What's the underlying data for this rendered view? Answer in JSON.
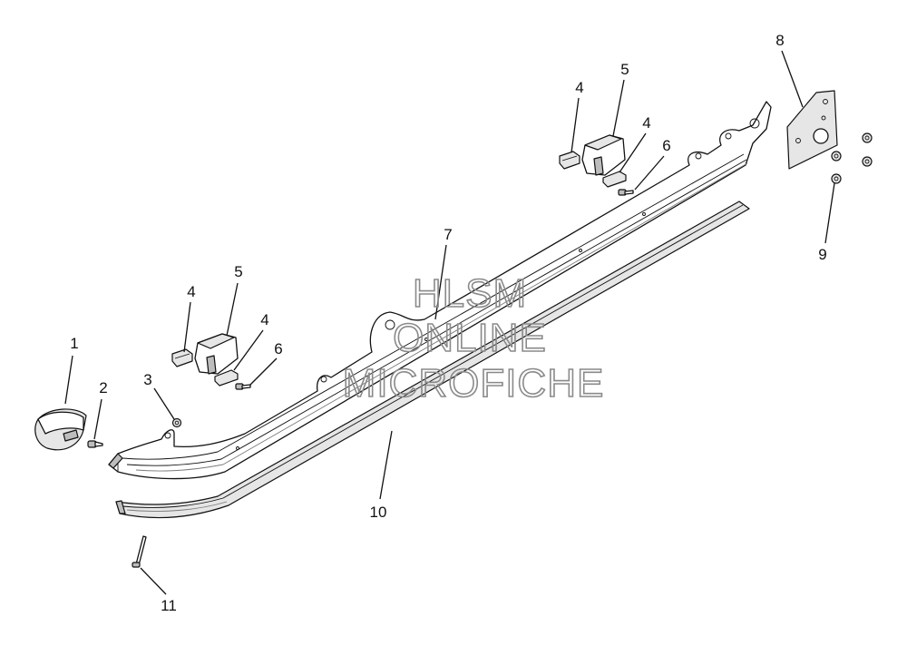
{
  "watermark": {
    "line1": "HLSM",
    "line2": "ONLINE",
    "line3": "MICROFICHE",
    "color": "#8a8a8a"
  },
  "callouts": [
    {
      "id": "1",
      "label": "1"
    },
    {
      "id": "2",
      "label": "2"
    },
    {
      "id": "3",
      "label": "3"
    },
    {
      "id": "4a",
      "label": "4"
    },
    {
      "id": "4b",
      "label": "4"
    },
    {
      "id": "4c",
      "label": "4"
    },
    {
      "id": "4d",
      "label": "4"
    },
    {
      "id": "5a",
      "label": "5"
    },
    {
      "id": "5b",
      "label": "5"
    },
    {
      "id": "6a",
      "label": "6"
    },
    {
      "id": "6b",
      "label": "6"
    },
    {
      "id": "7",
      "label": "7"
    },
    {
      "id": "8",
      "label": "8"
    },
    {
      "id": "9",
      "label": "9"
    },
    {
      "id": "10",
      "label": "10"
    },
    {
      "id": "11",
      "label": "11"
    }
  ]
}
